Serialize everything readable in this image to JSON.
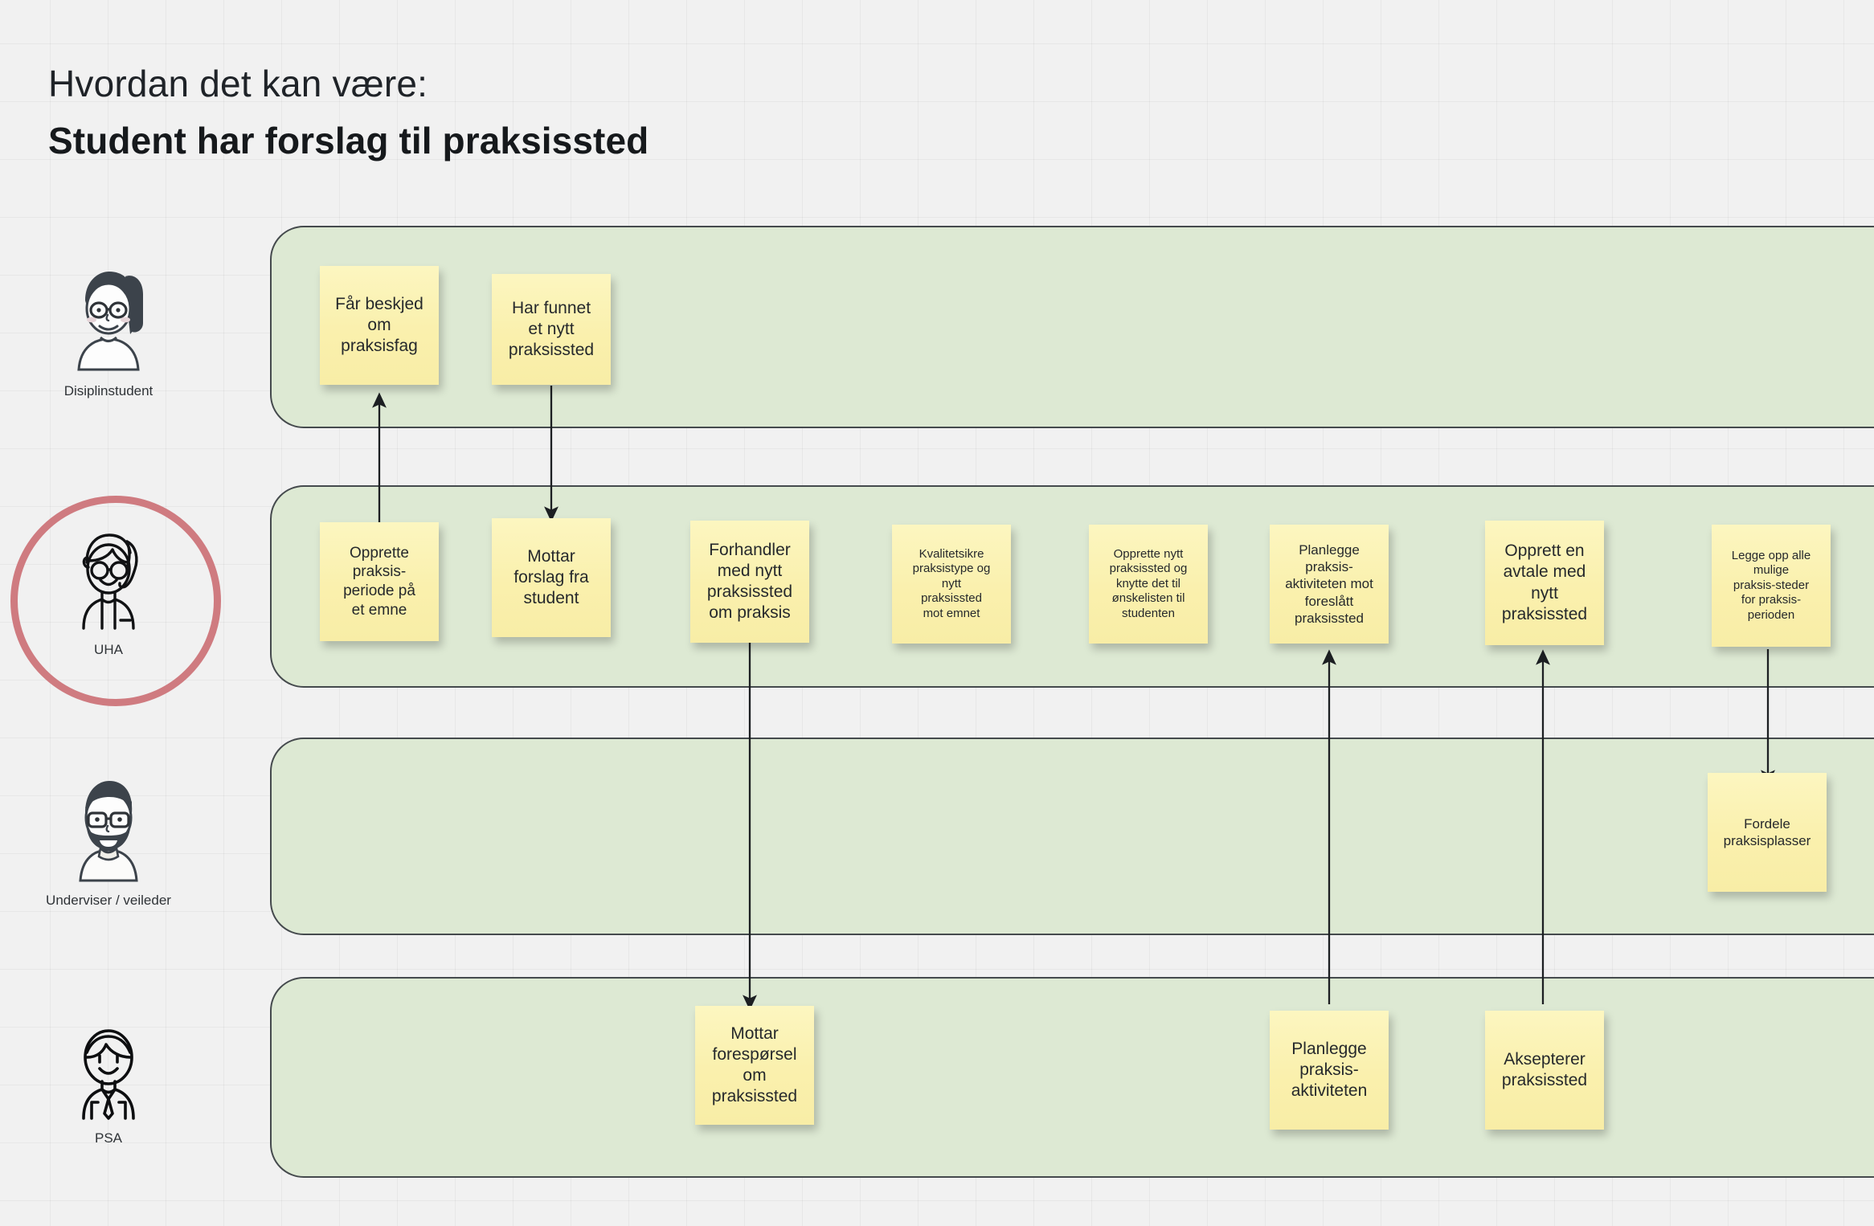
{
  "header": {
    "kicker": "Hvordan det kan være:",
    "title": "Student har forslag til praksissted"
  },
  "actors": [
    {
      "id": "disiplinstudent",
      "label": "Disiplinstudent",
      "icon": "avatar-woman-ponytail-glasses-icon",
      "highlighted": false
    },
    {
      "id": "uha",
      "label": "UHA",
      "icon": "avatar-woman-lineart-glasses-icon",
      "highlighted": true
    },
    {
      "id": "underviser-veileder",
      "label": "Underviser /\nveileder",
      "icon": "avatar-man-beard-glasses-icon",
      "highlighted": false
    },
    {
      "id": "psa",
      "label": "PSA",
      "icon": "avatar-man-tie-lineart-icon",
      "highlighted": false
    }
  ],
  "lanes": [
    {
      "id": "lane-disiplinstudent",
      "actor": "Disiplinstudent"
    },
    {
      "id": "lane-uha",
      "actor": "UHA"
    },
    {
      "id": "lane-underviser",
      "actor": "Underviser / veileder"
    },
    {
      "id": "lane-psa",
      "actor": "PSA"
    }
  ],
  "notes": {
    "lane1": [
      {
        "id": "n1",
        "text": "Får beskjed\nom\npraksisfag"
      },
      {
        "id": "n2",
        "text": "Har funnet\net nytt\npraksissted"
      }
    ],
    "lane2": [
      {
        "id": "n3",
        "text": "Opprette\npraksis-\nperiode på\net emne"
      },
      {
        "id": "n4",
        "text": "Mottar\nforslag fra\nstudent"
      },
      {
        "id": "n5",
        "text": "Forhandler\nmed nytt\npraksissted\nom praksis"
      },
      {
        "id": "n6",
        "text": "Kvalitetsikre\npraksistype og\nnytt\npraksissted\nmot emnet"
      },
      {
        "id": "n7",
        "text": "Opprette nytt\npraksissted og\nknytte det til\nønskelisten til\nstudenten"
      },
      {
        "id": "n8",
        "text": "Planlegge\npraksis-\naktiviteten mot\nforeslått\npraksissted"
      },
      {
        "id": "n9",
        "text": "Opprett en\navtale med\nnytt\npraksissted"
      },
      {
        "id": "n10",
        "text": "Legge opp alle\nmulige\npraksis-steder\nfor praksis-\nperioden"
      }
    ],
    "lane3": [
      {
        "id": "n11",
        "text": "Fordele\npraksisplasser"
      }
    ],
    "lane4": [
      {
        "id": "n12",
        "text": "Mottar\nforespørsel\nom\npraksissted"
      },
      {
        "id": "n13",
        "text": "Planlegge\npraksis-\naktiviteten"
      },
      {
        "id": "n14",
        "text": "Aksepterer\npraksissted"
      }
    ]
  },
  "colors": {
    "lane_fill": "#dde9d3",
    "lane_border": "#454a4d",
    "note_fill": "#fbf3b4",
    "highlight_ring": "#cf7b80",
    "background": "#f1f1f1",
    "arrow": "#1c1f22"
  }
}
